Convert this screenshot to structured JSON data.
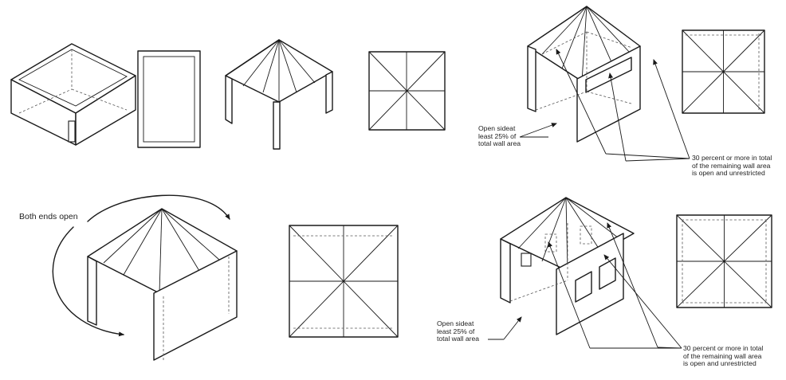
{
  "labels": {
    "open_side_top": "Open sideat\nleast 25% of\ntotal wall area",
    "wall_area_top": "30 percent or more in total\nof the remaining wall area\nis open and unrestricted",
    "both_ends": "Both ends open",
    "open_side_bottom": "Open sideat\nleast 25% of\ntotal wall area",
    "wall_area_bottom": "30 percent or more in total\nof the remaining wall area\nis open and unrestricted"
  }
}
